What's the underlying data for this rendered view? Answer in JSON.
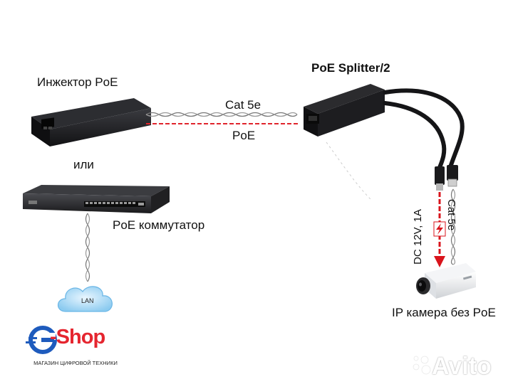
{
  "labels": {
    "injector": "Инжектор PoE",
    "or": "или",
    "switch": "PoE коммутатор",
    "cable_top": "Cat 5e",
    "cable_bottom": "PoE",
    "splitter": "PoE Splitter/2",
    "dc": "DC 12V, 1A",
    "cat_vertical": "Cat 5e",
    "camera": "IP камера без PoE",
    "lan": "LAN"
  },
  "logo": {
    "brand": "Shop",
    "letter": "G",
    "tagline": "МАГАЗИН ЦИФРОВОЙ ТЕХНИКИ"
  },
  "watermark": {
    "text": "Avito"
  },
  "colors": {
    "cable_red": "#e0242c",
    "arrow_red": "#d9141c",
    "device_dark": "#1c1c1e",
    "logo_blue": "#1e5bbd",
    "logo_red": "#e5252f",
    "cloud": "#9fd3f2"
  }
}
